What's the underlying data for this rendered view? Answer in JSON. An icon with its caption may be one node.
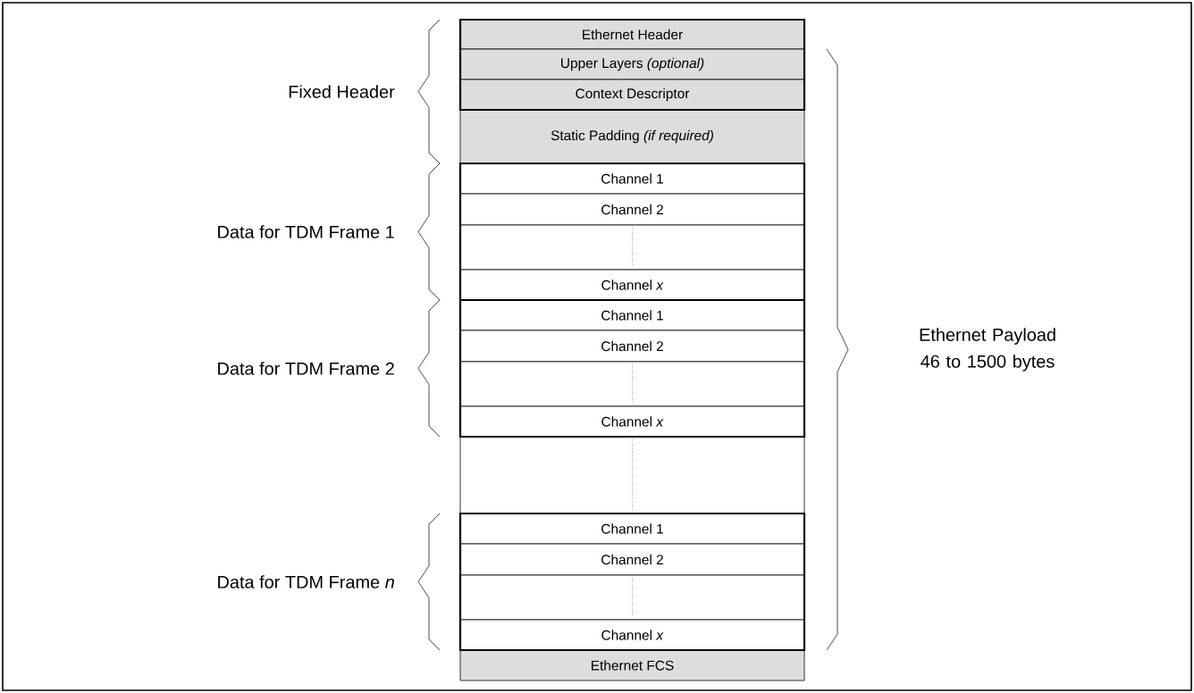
{
  "diagram": {
    "nodes": [
      {
        "text": [],
        "shape": "box"
      },
      {
        "text": [
          "Ethernet Header"
        ],
        "in": 0
      },
      {
        "text": [
          "Upper Layers *(optional)*"
        ],
        "in": 0
      },
      {
        "text": [
          "Context Descriptor"
        ],
        "in": 0
      },
      {
        "text": [
          "Static Padding *(if required)*"
        ]
      },
      {
        "text": [],
        "shape": "box"
      },
      {
        "text": [
          "Channel 1"
        ],
        "in": 5
      },
      {
        "text": [
          "Channel 2"
        ],
        "in": 5
      },
      {
        "text": [],
        "shape": "box",
        "in": 5
      },
      {
        "text": [
          "Channel *x*"
        ],
        "in": 5
      },
      {
        "text": [],
        "shape": "box"
      },
      {
        "text": [
          "Channel 1"
        ],
        "in": 10
      },
      {
        "text": [
          "Channel 2"
        ],
        "in": 10
      },
      {
        "text": [],
        "shape": "box",
        "in": 10
      },
      {
        "text": [
          "Channel *x*"
        ],
        "in": 10
      },
      {
        "text": [],
        "shape": "box"
      },
      {
        "text": [],
        "shape": "box"
      },
      {
        "text": [
          "Channel 1"
        ],
        "in": 16
      },
      {
        "text": [
          "Channel 2"
        ],
        "in": 16
      },
      {
        "text": [],
        "shape": "box",
        "in": 16
      },
      {
        "text": [
          "Channel *x*"
        ],
        "in": 16
      },
      {
        "text": [
          "Ethernet FCS"
        ]
      }
    ],
    "labels": [
      "Fixed Header",
      "Data for TDM Frame 1",
      "Data for TDM Frame 2",
      "Ethernet Payload 46 to 1500 bytes",
      "Data for TDM Frame *n*"
    ]
  }
}
